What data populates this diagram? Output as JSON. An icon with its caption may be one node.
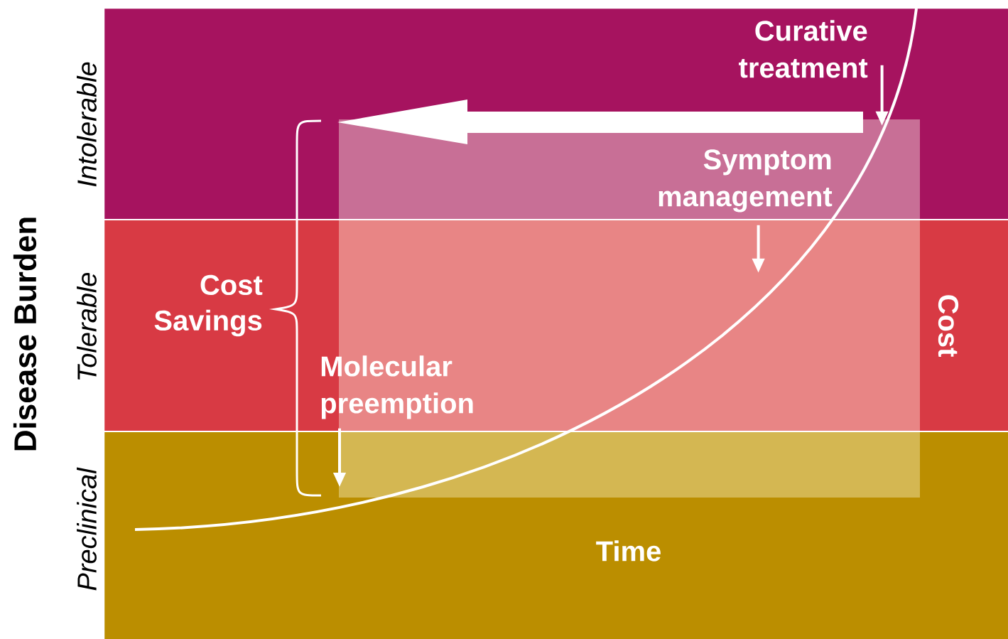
{
  "diagram": {
    "nodes": [
      {
        "text": [
          "Intolerable"
        ]
      },
      {
        "text": [
          "Tolerable"
        ]
      },
      {
        "text": [
          "Preclinical"
        ]
      },
      {
        "text": [
          "Curative treatment"
        ],
        "in": 0
      },
      {
        "text": [
          "Symptom management"
        ],
        "in": 0
      },
      {
        "text": [
          "Molecular preemption"
        ],
        "in": 1
      }
    ],
    "edges": [
      {
        "from": 3,
        "to": null,
        "arrow": "to"
      },
      {
        "from": 4,
        "to": null,
        "arrow": "to"
      },
      {
        "from": 5,
        "to": 2,
        "arrow": "to"
      }
    ],
    "labels": [
      "Disease Burden",
      "Cost Savings",
      "Cost",
      "Time"
    ]
  }
}
